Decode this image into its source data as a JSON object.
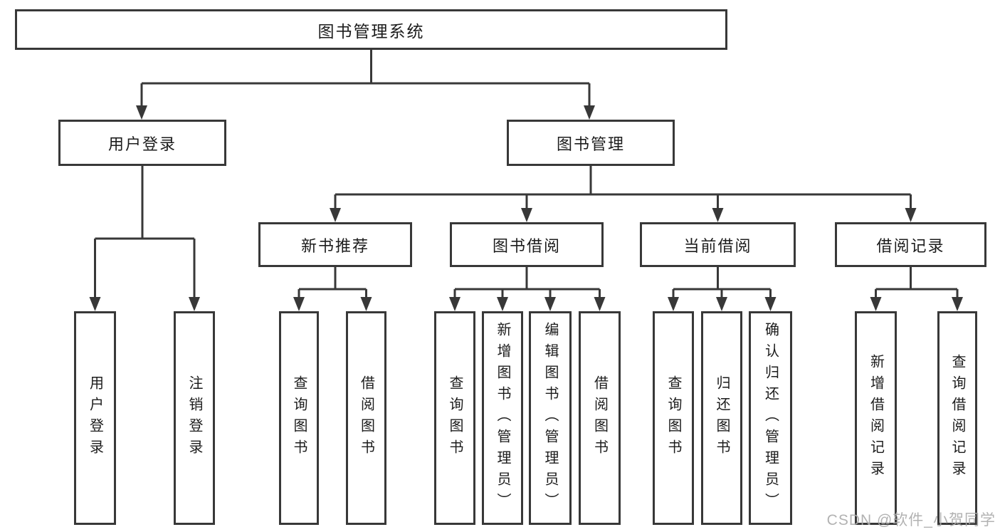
{
  "tree": {
    "label": "图书管理系统",
    "children": [
      {
        "label": "用户登录",
        "children": [
          {
            "label": "用户登录"
          },
          {
            "label": "注销登录"
          }
        ]
      },
      {
        "label": "图书管理",
        "children": [
          {
            "label": "新书推荐",
            "children": [
              {
                "label": "查询图书"
              },
              {
                "label": "借阅图书"
              }
            ]
          },
          {
            "label": "图书借阅",
            "children": [
              {
                "label": "查询图书"
              },
              {
                "label": "新增图书（管理员）"
              },
              {
                "label": "编辑图书（管理员）"
              },
              {
                "label": "借阅图书"
              }
            ]
          },
          {
            "label": "当前借阅",
            "children": [
              {
                "label": "查询图书"
              },
              {
                "label": "归还图书"
              },
              {
                "label": "确认归还（管理员）"
              }
            ]
          },
          {
            "label": "借阅记录",
            "children": [
              {
                "label": "新增借阅记录"
              },
              {
                "label": "查询借阅记录"
              }
            ]
          }
        ]
      }
    ]
  },
  "watermark": "CSDN @软件_小贺同学",
  "colors": {
    "line": "#383838",
    "box_border": "#383838",
    "text": "#1c1c1c",
    "background": "#ffffff",
    "watermark": "#ababab"
  }
}
